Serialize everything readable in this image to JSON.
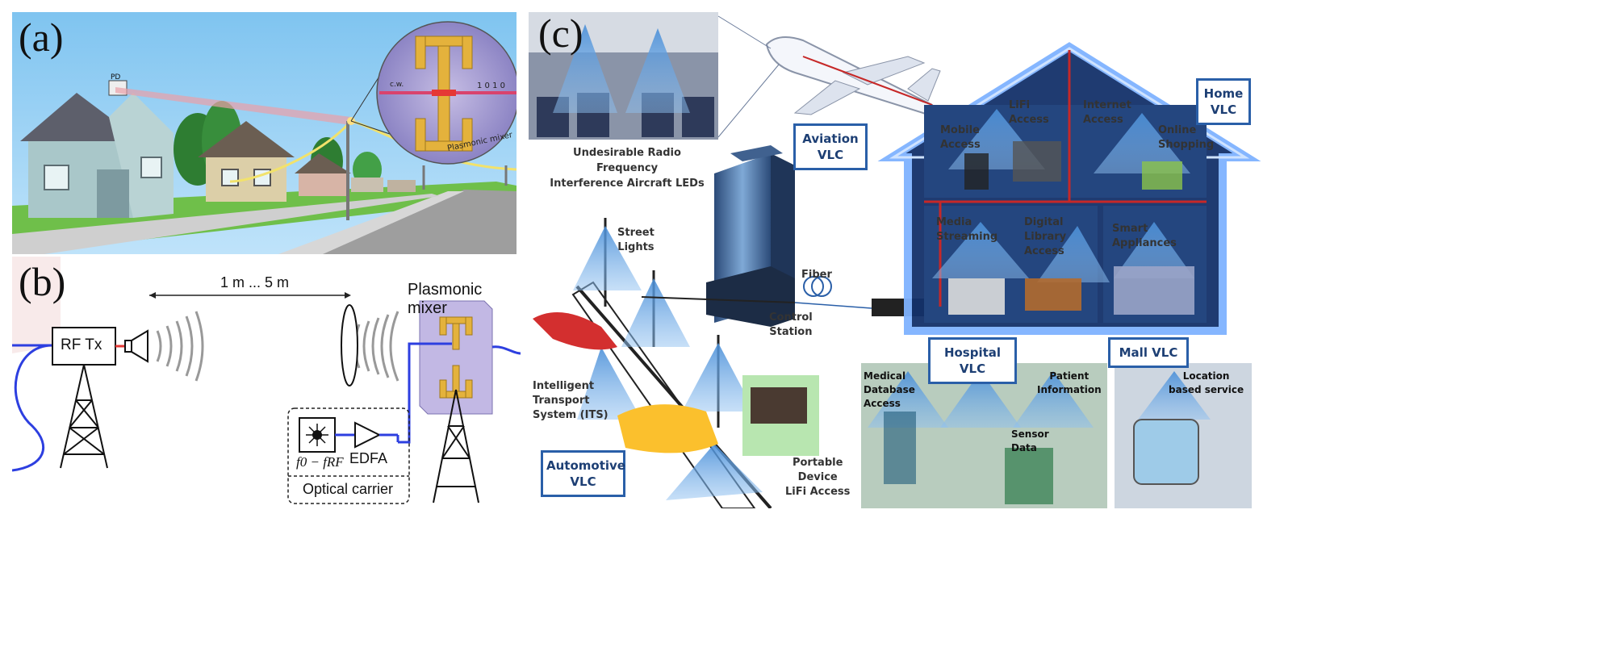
{
  "panel_a": {
    "label": "(a)",
    "pd_label": "PD",
    "zoom_cw": "c.w.",
    "zoom_bits": "1 0 1 0",
    "zoom_caption": "Plasmonic mixer"
  },
  "panel_b": {
    "label": "(b)",
    "distance": "1 m ... 5 m",
    "mixer_title": "Plasmonic mixer",
    "rf_tx": "RF Tx",
    "edfa": "EDFA",
    "freq_label": "f0 − fRF",
    "optical_carrier": "Optical carrier"
  },
  "panel_c": {
    "label": "(c)",
    "aircraft_caption_1": "Undesirable Radio Frequency",
    "aircraft_caption_2": "Interference Aircraft LEDs",
    "aviation_1": "Aviation",
    "aviation_2": "VLC",
    "street_1": "Street",
    "street_2": "Lights",
    "fiber": "Fiber",
    "control_1": "Control",
    "control_2": "Station",
    "its_1": "Intelligent",
    "its_2": "Transport",
    "its_3": "System (ITS)",
    "automotive_1": "Automotive",
    "automotive_2": "VLC",
    "portable_1": "Portable",
    "portable_2": "Device",
    "portable_3": "LiFi Access",
    "home_1": "Home",
    "home_2": "VLC",
    "mobile_1": "Mobile",
    "mobile_2": "Access",
    "lifi_1": "LiFi",
    "lifi_2": "Access",
    "internet_1": "Internet",
    "internet_2": "Access",
    "online_1": "Online",
    "online_2": "Shopping",
    "media_1": "Media",
    "media_2": "Streaming",
    "library_1": "Digital",
    "library_2": "Library",
    "library_3": "Access",
    "smart_1": "Smart",
    "smart_2": "Appliances",
    "hospital": "Hospital VLC",
    "mall": "Mall  VLC",
    "medical_1": "Medical",
    "medical_2": "Database",
    "medical_3": "Access",
    "patient_1": "Patient",
    "patient_2": "Information",
    "sensor_1": "Sensor",
    "sensor_2": "Data",
    "location_1": "Location",
    "location_2": "based service"
  }
}
